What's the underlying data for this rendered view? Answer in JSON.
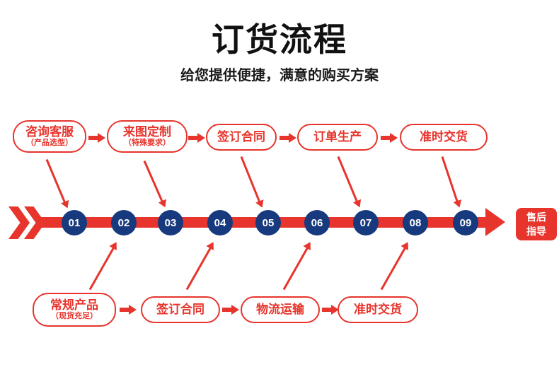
{
  "title": "订货流程",
  "subtitle": "给您提供便捷，满意的购买方案",
  "colors": {
    "red": "#e7342c",
    "navy": "#17397d"
  },
  "top_steps": [
    {
      "label": "咨询客服",
      "sublabel": "（产品选型）"
    },
    {
      "label": "来图定制",
      "sublabel": "（特殊要求）"
    },
    {
      "label": "签订合同",
      "sublabel": ""
    },
    {
      "label": "订单生产",
      "sublabel": ""
    },
    {
      "label": "准时交货",
      "sublabel": ""
    }
  ],
  "bottom_steps": [
    {
      "label": "常规产品",
      "sublabel": "（现货充足）"
    },
    {
      "label": "签订合同",
      "sublabel": ""
    },
    {
      "label": "物流运输",
      "sublabel": ""
    },
    {
      "label": "准时交货",
      "sublabel": ""
    }
  ],
  "timeline": {
    "numbers": [
      "01",
      "02",
      "03",
      "04",
      "05",
      "06",
      "07",
      "08",
      "09"
    ]
  },
  "end_badge": {
    "line1": "售后",
    "line2": "指导"
  }
}
